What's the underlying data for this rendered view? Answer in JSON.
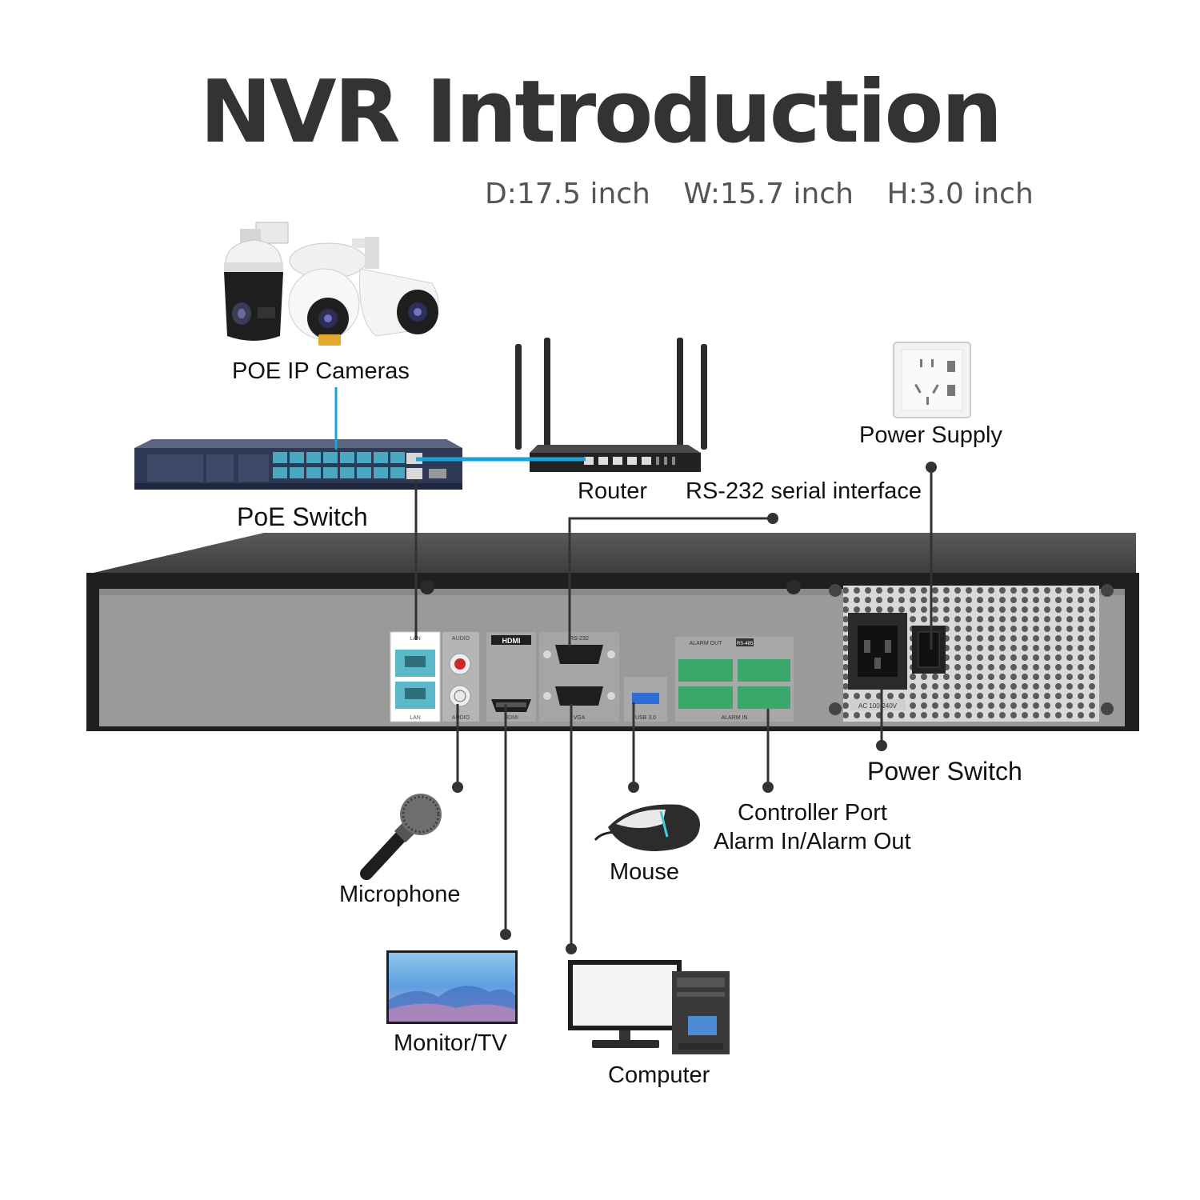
{
  "title": "NVR Introduction",
  "dimensions": [
    "D:17.5 inch",
    "W:15.7 inch",
    "H:3.0 inch"
  ],
  "labels": {
    "cameras": "POE IP Cameras",
    "poe_switch": "PoE Switch",
    "router": "Router",
    "rs232": "RS-232 serial interface",
    "power_supply": "Power Supply",
    "power_switch": "Power Switch",
    "controller_port": "Controller Port",
    "alarm": "Alarm In/Alarm Out",
    "mouse": "Mouse",
    "microphone": "Microphone",
    "monitor": "Monitor/TV",
    "computer": "Computer"
  },
  "panel_labels": {
    "lan_top": "LAN",
    "lan_bottom": "LAN",
    "audio_top": "AUDIO",
    "audio_bottom": "AUDIO",
    "hdmi_logo": "HDMI",
    "hdmi_bottom": "HDMI",
    "rs232_port": "RS-232",
    "vga": "VGA",
    "usb": "USB 3.0",
    "alarm_out": "ALARM OUT",
    "rs485": "RS-485",
    "alarm_in": "ALARM IN",
    "ac_rating": "AC 100-240V"
  },
  "colors": {
    "line_blue": "#1aa3d9",
    "line_dark": "#333333",
    "port_teal": "#5ab8c8",
    "terminal_green": "#3aa86b"
  }
}
